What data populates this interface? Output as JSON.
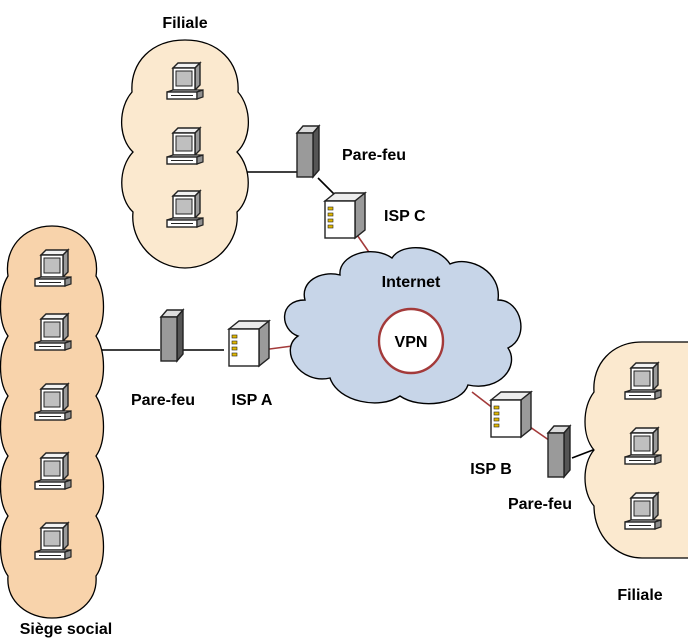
{
  "labels": {
    "branch_top": "Filiale",
    "firewall_top": "Pare-feu",
    "isp_c": "ISP C",
    "internet": "Internet",
    "vpn": "VPN",
    "firewall_left": "Pare-feu",
    "isp_a": "ISP A",
    "isp_b": "ISP B",
    "firewall_right": "Pare-feu",
    "branch_right": "Filiale",
    "head_office": "Siège social"
  },
  "colors": {
    "site_fill": "#fbe9cf",
    "head_office_fill": "#f8d3ab",
    "cloud_fill": "#c7d5e8",
    "wan_line": "#a33a3a",
    "lan_line": "#000000",
    "vpn_ring": "#a33a3a"
  },
  "icons": [
    "workstation-icon",
    "firewall-icon",
    "router-icon",
    "cloud-icon"
  ]
}
